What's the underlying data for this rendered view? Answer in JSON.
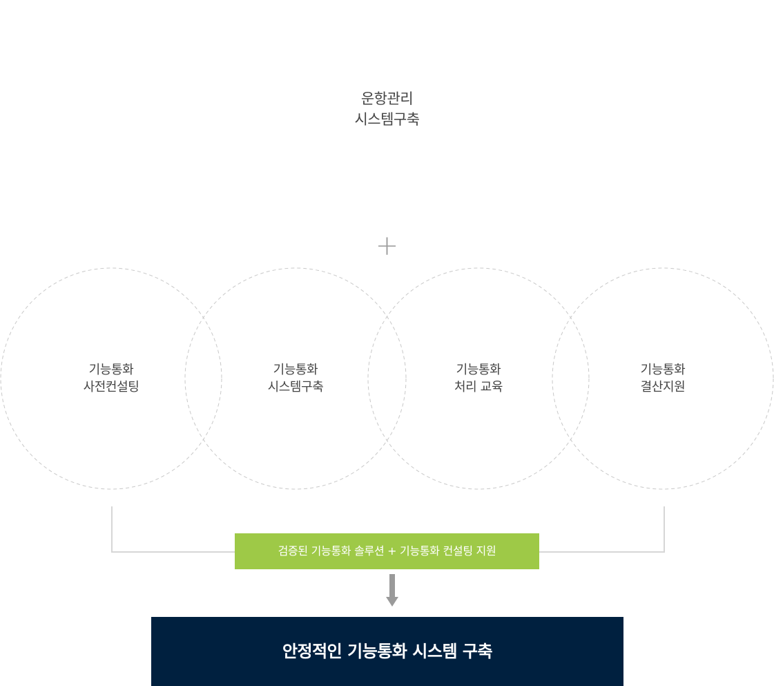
{
  "top": {
    "line1": "운항관리",
    "line2": "시스템구축"
  },
  "plus_symbol": "+",
  "circles": [
    {
      "line1": "기능통화",
      "line2": "사전컨설팅"
    },
    {
      "line1": "기능통화",
      "line2": "시스템구축"
    },
    {
      "line1": "기능통화",
      "line2": "처리 교육"
    },
    {
      "line1": "기능통화",
      "line2": "결산지원"
    }
  ],
  "support_bar": {
    "label": "검증된 기능통화 솔루션 + 기능통화 컨설팅 지원"
  },
  "result": {
    "label": "안정적인 기능통화 시스템 구축"
  },
  "colors": {
    "accent_green": "#9ec947",
    "navy": "#00203f",
    "dashed_circle": "#c8c8c8",
    "text": "#444444"
  }
}
